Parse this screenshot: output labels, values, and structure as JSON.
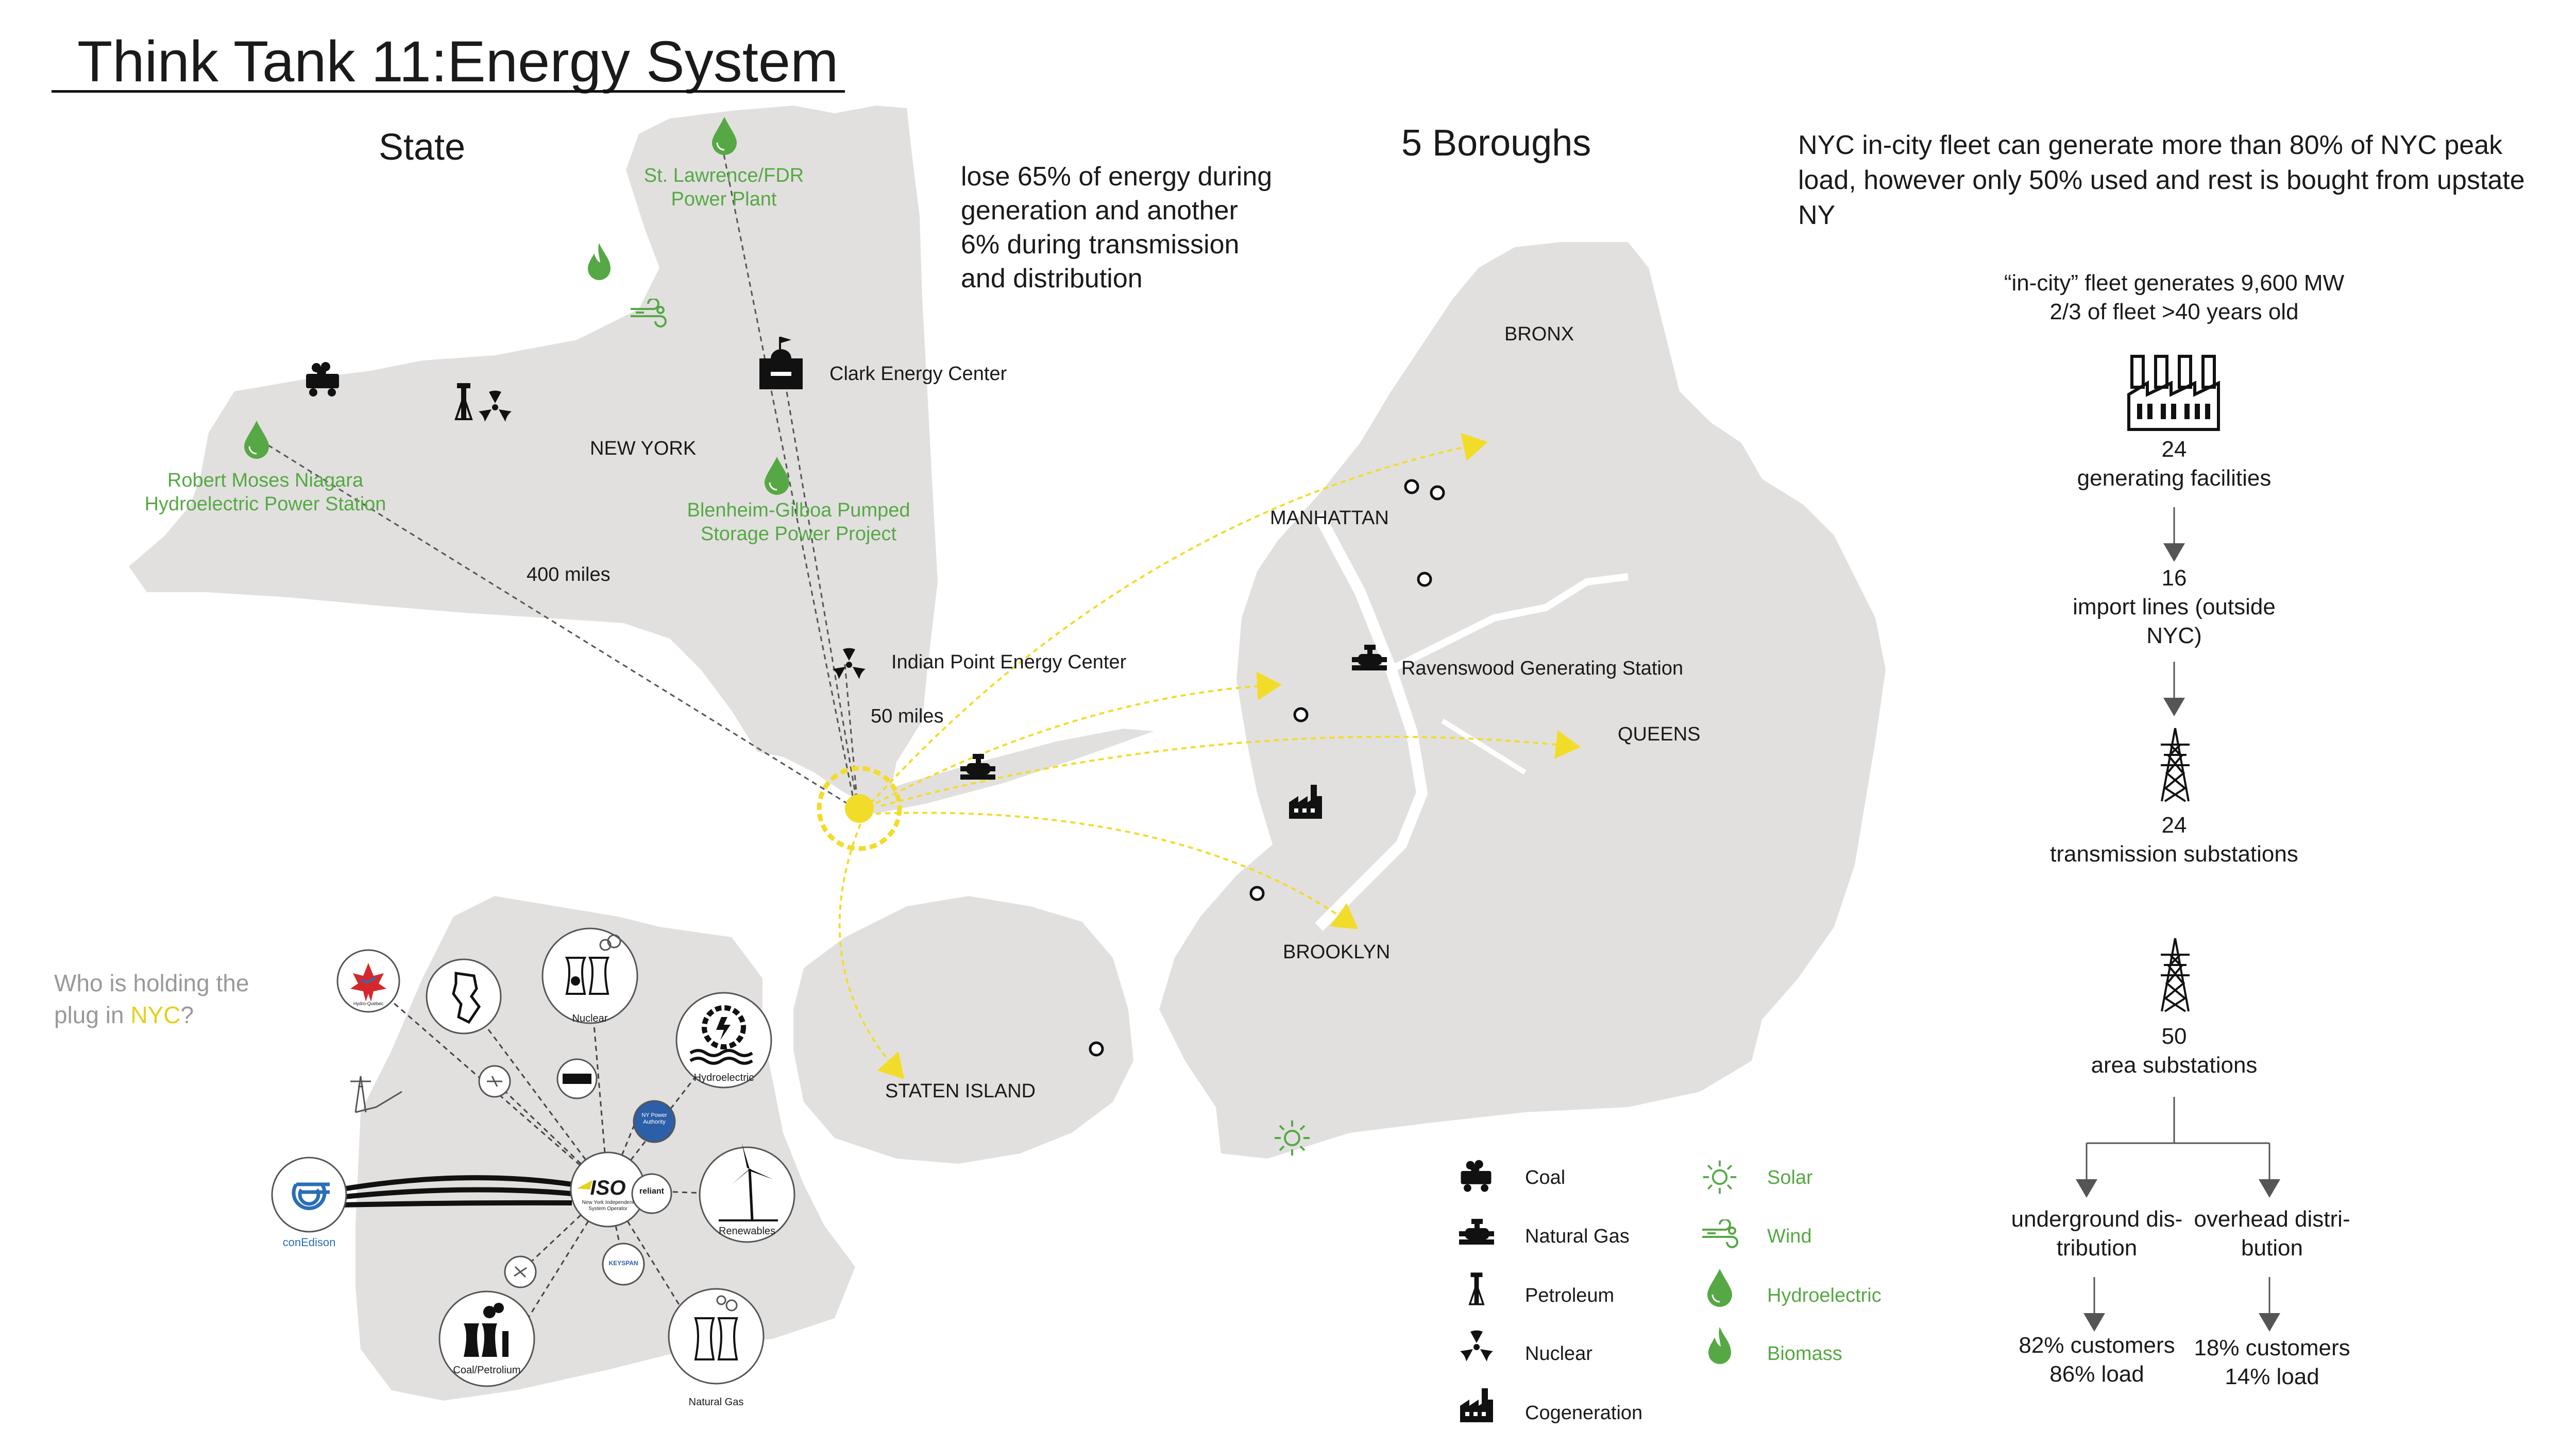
{
  "title": "Think Tank 11:Energy System",
  "state": {
    "heading": "State",
    "state_name": "NEW YORK",
    "plants": {
      "st_lawrence": "St. Lawrence/FDR\nPower Plant",
      "clark": "Clark Energy Center",
      "niagara": "Robert Moses Niagara\nHydroelectric Power Station",
      "blenheim": "Blenheim-Gilboa Pumped\nStorage Power Project",
      "indian_point": "Indian Point Energy Center"
    },
    "distance_400": "400 miles",
    "distance_50": "50 miles",
    "loss_note": "lose 65% of energy during\ngeneration and another\n6% during transmission\nand distribution"
  },
  "boroughs": {
    "heading": "5 Boroughs",
    "names": {
      "bronx": "BRONX",
      "manhattan": "MANHATTAN",
      "queens": "QUEENS",
      "brooklyn": "BROOKLYN",
      "staten_island": "STATEN ISLAND"
    },
    "ravenswood": "Ravenswood Generating Station"
  },
  "fleet_note": "NYC in-city fleet can generate more than 80% of NYC peak\nload, however only 50% used and rest is bought from upstate\nNY",
  "flow": {
    "fleet_header": "“in-city” fleet generates 9,600 MW\n2/3 of fleet >40 years old",
    "generating": "24\ngenerating facilities",
    "import": "16\nimport lines (outside\nNYC)",
    "transmission": "24\ntransmission substations",
    "area": "50\narea substations",
    "underground": "underground dis-\ntribution",
    "overhead": "overhead distri-\nbution",
    "underground_stats": "82% customers\n86% load",
    "overhead_stats": "18% customers\n14% load"
  },
  "plug": {
    "line1": "Who is holding the",
    "line2_prefix": "plug in ",
    "line2_nyc": "NYC",
    "line2_suffix": "?",
    "orgs": {
      "nuclear": "Nuclear",
      "hydroelectric": "Hydroelectric",
      "renewables": "Renewables",
      "natural_gas": "Natural Gas",
      "coal_petrolium": "Coal/Petrolium",
      "conedison": "conEdison",
      "iso": "ISO",
      "iso_sub": "New York Independent\nSystem Operator",
      "nypa": "NY Power\nAuthority",
      "reliant": "reliant",
      "keyspan": "KEYSPAN",
      "hydro_quebec": "Hydro-Québec"
    }
  },
  "legend": {
    "coal": "Coal",
    "natural_gas": "Natural Gas",
    "petroleum": "Petroleum",
    "nuclear": "Nuclear",
    "cogeneration": "Cogeneration",
    "solar": "Solar",
    "wind": "Wind",
    "hydroelectric": "Hydroelectric",
    "biomass": "Biomass"
  },
  "colors": {
    "land": "#e2e0df",
    "green": "#56a845",
    "yellow": "#f2dc2a",
    "ink": "#111111",
    "conedison_blue": "#2a6fb5",
    "nypa_blue": "#2d5fa8"
  }
}
